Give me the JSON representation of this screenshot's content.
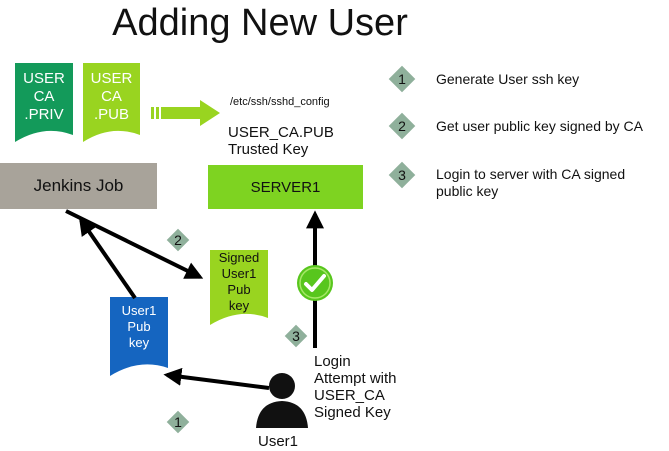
{
  "title": "Adding New User",
  "keys": {
    "ca_priv": [
      "USER",
      "CA",
      ".PRIV"
    ],
    "ca_pub": [
      "USER",
      "CA",
      ".PUB"
    ],
    "signed": [
      "Signed",
      "User1",
      "Pub",
      "key"
    ],
    "user1_pub": [
      "User1",
      "Pub",
      "key"
    ]
  },
  "sshd_path": "/etc/ssh/sshd_config",
  "trusted_key": [
    "USER_CA.PUB",
    "Trusted Key"
  ],
  "jenkins_label": "Jenkins Job",
  "server_label": "SERVER1",
  "login_text": [
    "Login",
    "Attempt with",
    "USER_CA",
    "Signed Key"
  ],
  "user_label": "User1",
  "badges": {
    "one": "1",
    "two": "2",
    "three": "3"
  },
  "steps": [
    {
      "num": "1",
      "text": [
        "Generate User ssh key"
      ]
    },
    {
      "num": "2",
      "text": [
        "Get user public key signed by CA"
      ]
    },
    {
      "num": "3",
      "text": [
        "Login to server with CA signed",
        "public key"
      ]
    }
  ],
  "colors": {
    "ca_green": "#139a5a",
    "lime": "#99d420",
    "blue": "#1565c0",
    "server_green": "#7ed321",
    "jenkins_gray": "#a8a39a",
    "badge": "#8fb09b"
  }
}
